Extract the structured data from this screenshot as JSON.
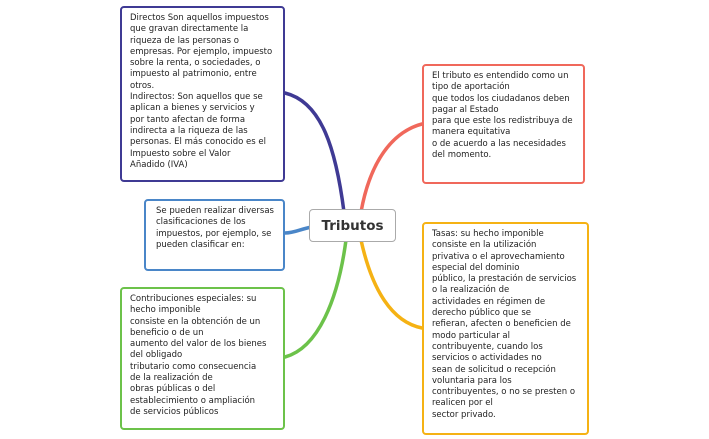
{
  "central": {
    "title": "Tributos"
  },
  "branches": {
    "directos": {
      "text": "Directos Son aquellos impuestos\nque gravan directamente la\nriqueza de las personas o\nempresas. Por ejemplo, impuesto\nsobre la renta, o sociedades, o\nimpuesto al patrimonio, entre\notros.\nIndirectos: Son aquellos que se\naplican a bienes y servicios y\npor tanto afectan de forma\nindirecta a la riqueza de las\npersonas. El más conocido es el\nImpuesto sobre el Valor\nAñadido (IVA)",
      "color": "#3f3a94"
    },
    "clasificar": {
      "text": "Se pueden realizar diversas\nclasificaciones de los\nimpuestos, por ejemplo, se\npueden clasificar en:",
      "color": "#4a86c8"
    },
    "contribuciones": {
      "text": "Contribuciones especiales: su\nhecho imponible\nconsiste en la obtención de un\nbeneficio o de un\naumento del valor de los bienes\ndel obligado\ntributario como consecuencia\nde la realización de\nobras públicas o del\nestablecimiento o ampliación\nde servicios públicos",
      "color": "#6cc24a"
    },
    "tributo": {
      "text": "El tributo es entendido como un\ntipo de aportación\nque todos los ciudadanos deben\npagar al Estado\npara que este los redistribuya de\nmanera equitativa\no de acuerdo a las necesidades\ndel momento.",
      "color": "#f0685b"
    },
    "tasas": {
      "text": "Tasas: su hecho imponible\nconsiste en la utilización\nprivativa o el aprovechamiento\nespecial del dominio\npúblico, la prestación de servicios\no la realización de\nactividades en régimen de\nderecho público que se\nrefieran, afecten o beneficien de\nmodo particular al\ncontribuyente, cuando los\nservicios o actividades no\nsean de solicitud o recepción\nvoluntaria para los\ncontribuyentes, o no se presten o\nrealicen por el\nsector privado.",
      "color": "#f5b214"
    }
  }
}
